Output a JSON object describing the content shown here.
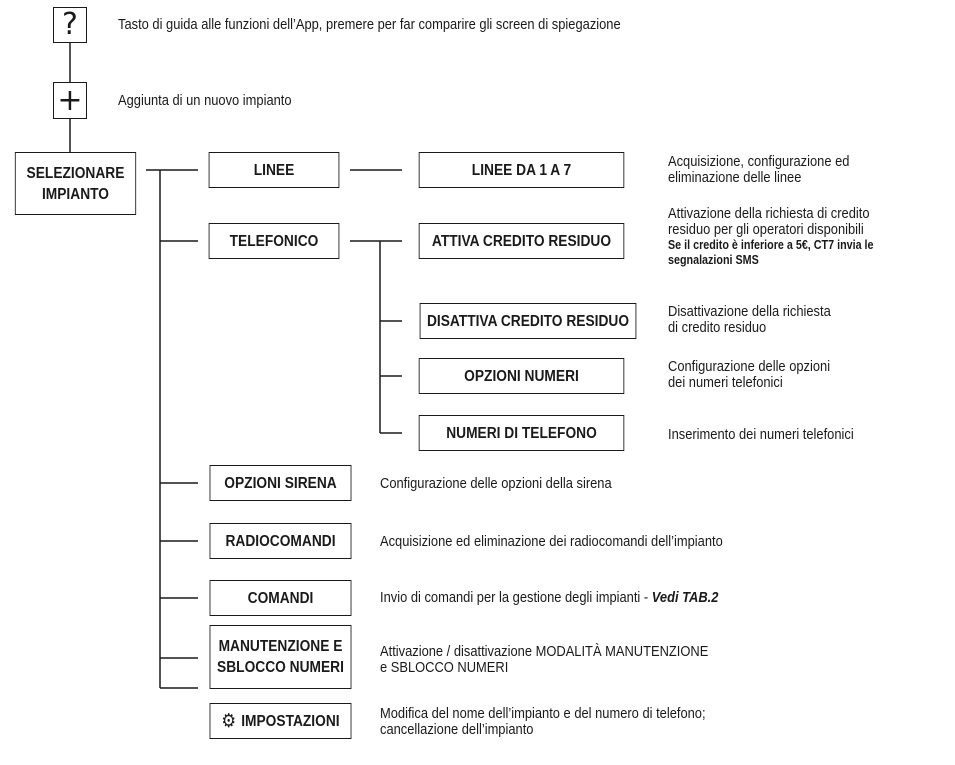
{
  "help": {
    "symbol": "?",
    "text": "Tasto di guida alle funzioni dell’App, premere per far comparire gli screen di spiegazione"
  },
  "add": {
    "symbol": "+",
    "text": "Aggiunta di un nuovo impianto"
  },
  "root": {
    "line1": "SELEZIONARE",
    "line2": "IMPIANTO"
  },
  "menu": {
    "linee": {
      "label": "LINEE",
      "sub_label": "LINEE DA 1 A 7",
      "desc_line1": "Acquisizione, configurazione ed",
      "desc_line2": "eliminazione delle linee"
    },
    "telefonico": {
      "label": "TELEFONICO",
      "attiva": {
        "label": "ATTIVA CREDITO RESIDUO",
        "desc_line1": "Attivazione della richiesta di credito",
        "desc_line2": "residuo per gli operatori disponibili",
        "note_line1": "Se il credito è inferiore a 5€, CT7 invia le",
        "note_line2": "segnalazioni SMS"
      },
      "disattiva": {
        "label": "DISATTIVA CREDITO RESIDUO",
        "desc_line1": "Disattivazione della richiesta",
        "desc_line2": "di credito residuo"
      },
      "opzioni_numeri": {
        "label": "OPZIONI NUMERI",
        "desc_line1": "Configurazione delle opzioni",
        "desc_line2": "dei numeri telefonici"
      },
      "numeri_telefono": {
        "label": "NUMERI DI TELEFONO",
        "desc": "Inserimento dei numeri telefonici"
      }
    },
    "opzioni_sirena": {
      "label": "OPZIONI SIRENA",
      "desc": "Configurazione delle opzioni della sirena"
    },
    "radiocomandi": {
      "label": "RADIOCOMANDI",
      "desc": "Acquisizione ed eliminazione dei radiocomandi dell’impianto"
    },
    "comandi": {
      "label": "COMANDI",
      "desc": "Invio di comandi per la gestione degli impianti - ",
      "desc_ref": "Vedi TAB.2"
    },
    "manutenzione": {
      "line1": "MANUTENZIONE E",
      "line2": "SBLOCCO NUMERI",
      "desc_line1": "Attivazione / disattivazione MODALITÀ MANUTENZIONE",
      "desc_line2": "e SBLOCCO NUMERI"
    },
    "impostazioni": {
      "icon": "gear-icon",
      "label": "IMPOSTAZIONI",
      "desc_line1": "Modifica del nome dell’impianto e del numero di telefono;",
      "desc_line2": "cancellazione dell’impianto"
    }
  }
}
